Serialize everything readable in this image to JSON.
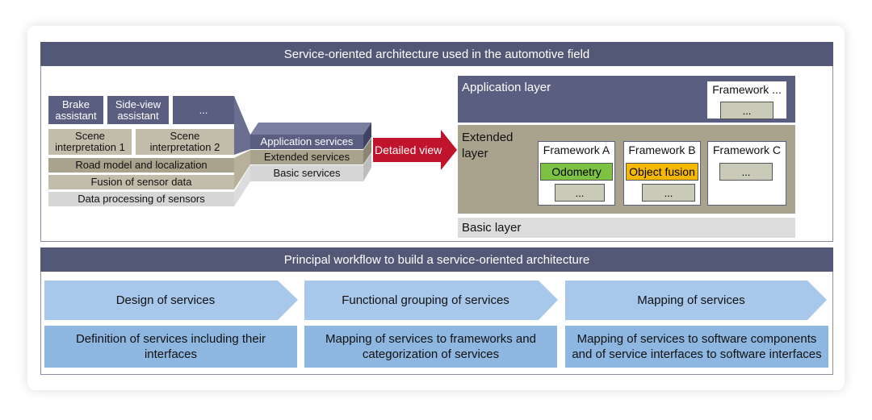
{
  "top": {
    "title": "Service-oriented architecture used in the automotive field",
    "left": {
      "brake": "Brake\nassistant",
      "sideview": "Side-view\nassistant",
      "dots": "...",
      "scene1": "Scene\ninterpretation 1",
      "scene2": "Scene\ninterpretation 2",
      "road": "Road model and localization",
      "fusion": "Fusion of sensor data",
      "dataproc": "Data processing of sensors"
    },
    "stack": {
      "app": "Application services",
      "ext": "Extended services",
      "basic": "Basic services"
    },
    "arrow_label": "Detailed view",
    "right": {
      "app_layer": "Application layer",
      "framework_top": "Framework ...",
      "framework_top_inner": "...",
      "extended_layer": "Extended\nlayer",
      "fw_a": "Framework A",
      "fw_a_item1": "Odometry",
      "fw_a_item2": "...",
      "fw_b": "Framework B",
      "fw_b_item1": "Object fusion",
      "fw_b_item2": "...",
      "fw_c": "Framework C",
      "fw_c_item1": "...",
      "basic_layer": "Basic layer"
    }
  },
  "bottom": {
    "title": "Principal workflow to build a service-oriented architecture",
    "steps": [
      {
        "label": "Design of services",
        "desc": "Definition of services including their interfaces"
      },
      {
        "label": "Functional grouping of services",
        "desc": "Mapping of services to frameworks and categorization of services"
      },
      {
        "label": "Mapping of services",
        "desc": "Mapping of services to software components and of service interfaces to software interfaces"
      }
    ]
  },
  "colors": {
    "title_bar": "#545877",
    "arrow_red": "#c0142c",
    "step_blue": "#a8c8eb",
    "desc_blue": "#8db7e0",
    "odometry_green": "#7dc242",
    "object_fusion_yellow": "#f5b800"
  }
}
